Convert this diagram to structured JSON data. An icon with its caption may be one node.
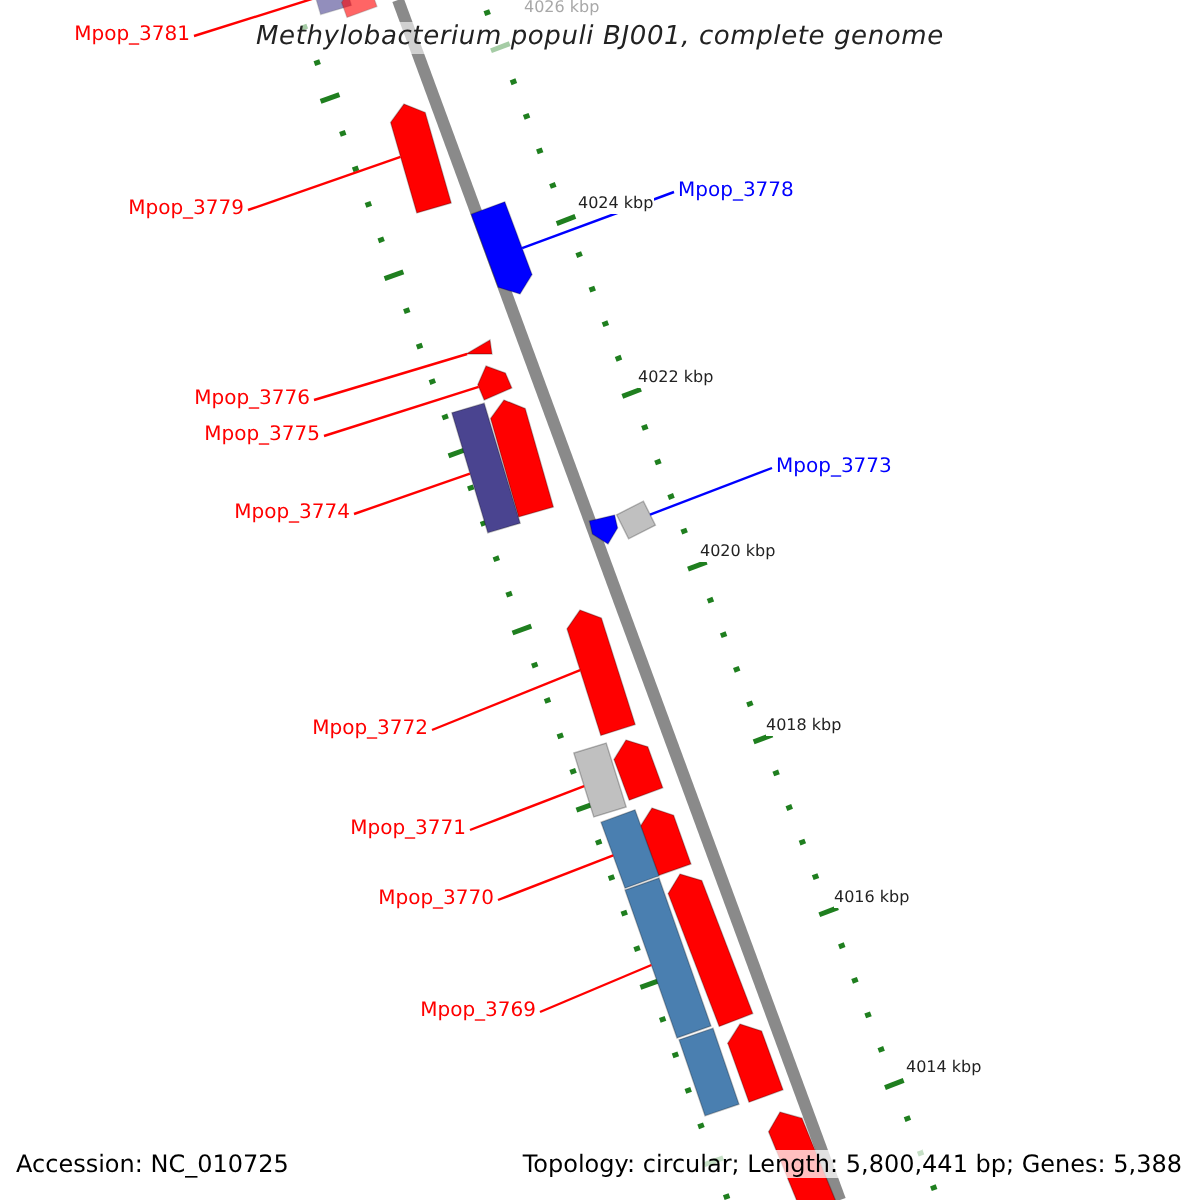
{
  "diagram": {
    "title": "Methylobacterium populi BJ001, complete genome",
    "nodes": [
      {
        "text": [
          "Mpop_3781"
        ]
      },
      {
        "text": [
          "Mpop_3779"
        ]
      },
      {
        "text": [
          "Mpop_3778"
        ]
      },
      {
        "text": [
          "Mpop_3776"
        ]
      },
      {
        "text": [
          "Mpop_3775"
        ]
      },
      {
        "text": [
          "Mpop_3774"
        ]
      },
      {
        "text": [
          "Mpop_3773"
        ]
      },
      {
        "text": [
          "Mpop_3772"
        ]
      },
      {
        "text": [
          "Mpop_3771"
        ]
      },
      {
        "text": [
          "Mpop_3770"
        ]
      },
      {
        "text": [
          "Mpop_3769"
        ]
      },
      {
        "text": [],
        "shape": "bar"
      },
      {
        "text": [],
        "shape": "bar"
      },
      {
        "text": [],
        "shape": "bar"
      },
      {
        "text": [],
        "shape": "bar"
      },
      {
        "text": [],
        "shape": "triangle"
      },
      {
        "text": [],
        "shape": "bar"
      },
      {
        "text": [],
        "shape": "bar"
      },
      {
        "text": [],
        "shape": "bar"
      },
      {
        "text": [],
        "shape": "bar"
      },
      {
        "text": [],
        "shape": "bar"
      },
      {
        "text": [],
        "shape": "bar"
      },
      {
        "text": [],
        "shape": "bar"
      },
      {
        "text": [],
        "shape": "bar"
      },
      {
        "text": [],
        "shape": "bar"
      },
      {
        "text": [],
        "shape": "bar"
      },
      {
        "text": [],
        "shape": "bar"
      },
      {
        "text": [],
        "shape": "bar"
      },
      {
        "text": [],
        "shape": "bar"
      },
      {
        "text": [],
        "shape": "bar"
      },
      {
        "text": [],
        "shape": "bar"
      }
    ],
    "edges": [
      {
        "from": 0,
        "to": 11,
        "arrow": "none"
      },
      {
        "from": 1,
        "to": 13,
        "arrow": "none"
      },
      {
        "from": 2,
        "to": 14,
        "arrow": "none",
        "color": "#0000ff"
      },
      {
        "from": 3,
        "to": 15,
        "arrow": "none"
      },
      {
        "from": 4,
        "to": 16,
        "arrow": "none"
      },
      {
        "from": 5,
        "to": 18,
        "arrow": "none"
      },
      {
        "from": 6,
        "to": 19,
        "arrow": "none",
        "color": "#0000ff"
      },
      {
        "from": 7,
        "to": 21,
        "arrow": "none"
      },
      {
        "from": 8,
        "to": 23,
        "arrow": "none"
      },
      {
        "from": 9,
        "to": 25,
        "arrow": "none"
      },
      {
        "from": 10,
        "to": 27,
        "arrow": "none"
      }
    ],
    "labels": [
      "4026 kbp",
      "4024 kbp",
      "4022 kbp",
      "4020 kbp",
      "4018 kbp",
      "4016 kbp",
      "4014 kbp",
      "Accession: NC_010725",
      "Topology: circular; Length: 5,800,441 bp; Genes: 5,388"
    ]
  }
}
